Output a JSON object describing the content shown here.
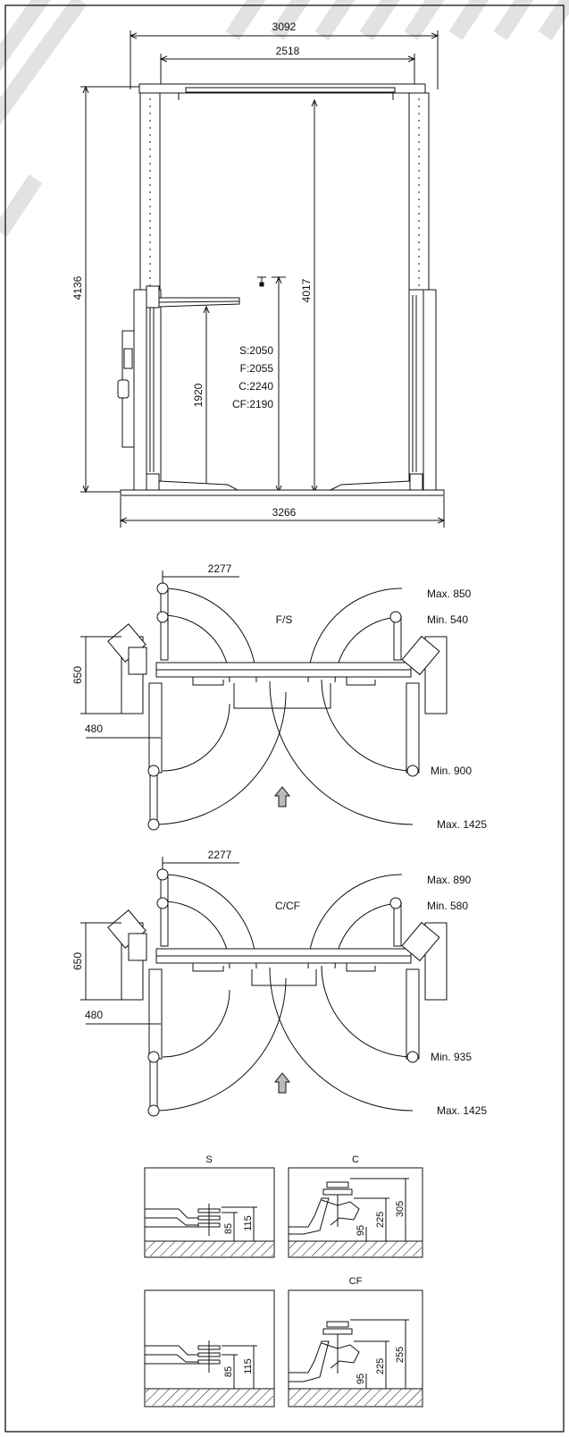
{
  "front_view": {
    "outer_width": "3092",
    "inner_width": "2518",
    "total_height": "4136",
    "clear_height": "4017",
    "arm_height": "1920",
    "base_width": "3266",
    "pad_heights": [
      "S:2050",
      "F:2055",
      "C:2240",
      "CF:2190"
    ]
  },
  "plan_fs": {
    "title": "F/S",
    "offset": "2277",
    "depth": "650",
    "side": "480",
    "max_front": "Max. 850",
    "min_front": "Min. 540",
    "min_rear": "Min. 900",
    "max_rear": "Max. 1425"
  },
  "plan_ccf": {
    "title": "C/CF",
    "offset": "2277",
    "depth": "650",
    "side": "480",
    "max_front": "Max. 890",
    "min_front": "Min. 580",
    "min_rear": "Min. 935",
    "max_rear": "Max. 1425"
  },
  "details": {
    "s": {
      "title": "S",
      "dims": [
        "85",
        "115"
      ]
    },
    "c": {
      "title": "C",
      "dims": [
        "95",
        "225",
        "305"
      ]
    },
    "s2": {
      "title": "",
      "dims": [
        "85",
        "115"
      ]
    },
    "cf": {
      "title": "CF",
      "dims": [
        "95",
        "225",
        "255"
      ]
    }
  },
  "colors": {
    "line": "#111111",
    "frame": "#333333",
    "stripe": "#d8d8d8"
  }
}
